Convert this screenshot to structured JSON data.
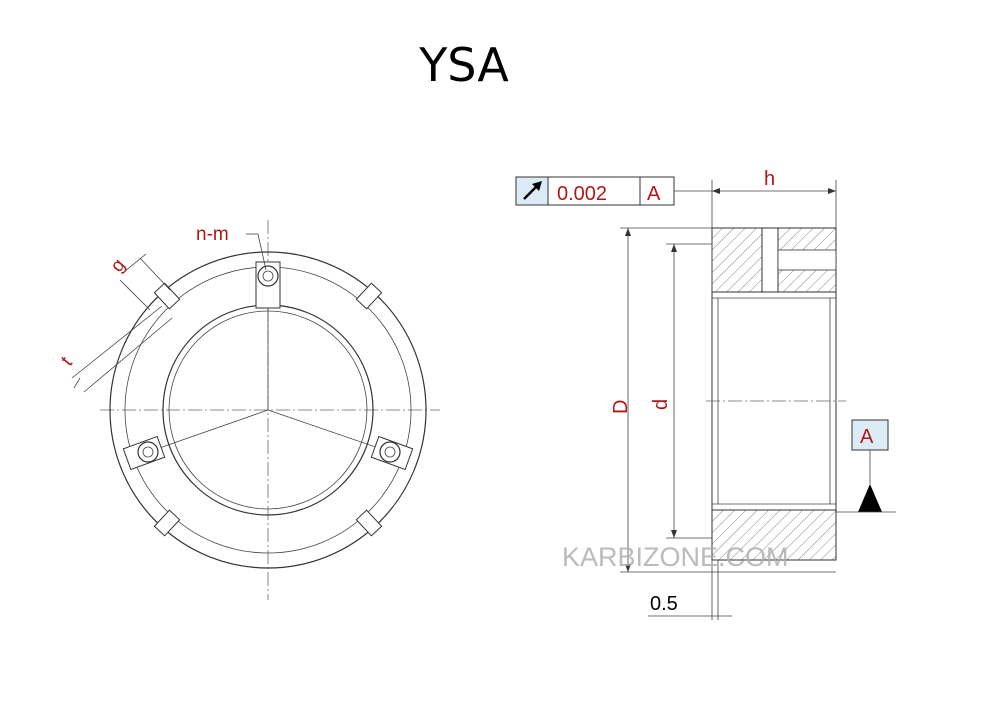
{
  "title": "YSA",
  "labels": {
    "n_m": "n-m",
    "g": "g",
    "t": "t",
    "D": "D",
    "d": "d",
    "h": "h",
    "offset": "0.5",
    "datum": "A"
  },
  "tolerance_frame": {
    "symbol": "runout-arrow-icon",
    "value": "0.002",
    "datum": "A"
  },
  "watermark": "KARBIZONE.COM",
  "colors": {
    "dimension_text": "#b01818",
    "line": "#333333",
    "frame_fill": "#dcecf7"
  }
}
